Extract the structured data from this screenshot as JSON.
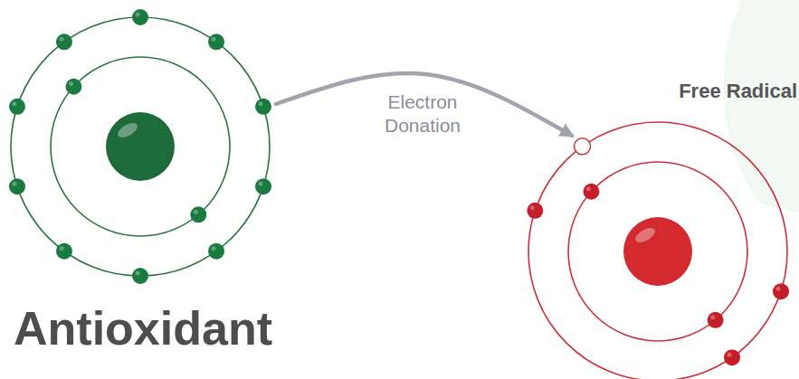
{
  "diagram": {
    "nodes": [
      {
        "text": [
          "Antioxidant"
        ]
      },
      {
        "text": [
          "Free Radical"
        ]
      }
    ],
    "edges": [
      {
        "from": 0,
        "to": 1,
        "arrow": "to",
        "label": "Electron Donation"
      }
    ]
  }
}
